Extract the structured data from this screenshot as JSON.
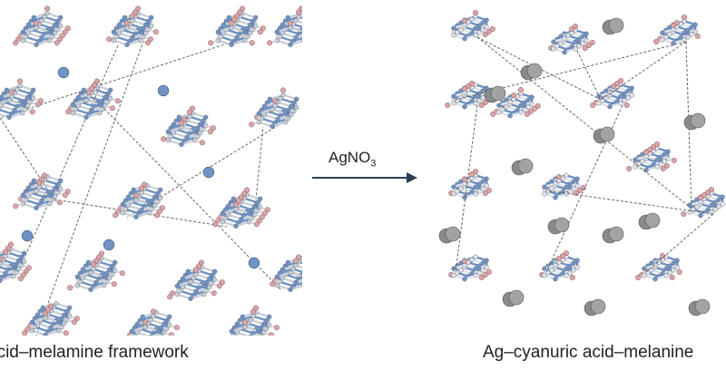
{
  "left_panel": {
    "caption": "acid–melamine framework"
  },
  "right_panel": {
    "caption": "Ag–cyanuric acid–melanine"
  },
  "reaction": {
    "reagent": "AgNO",
    "reagent_subscript": "3"
  },
  "colors": {
    "nitrogen_blue": "#6e93c4",
    "carbon_grey": "#c9d0d8",
    "oxygen_pink": "#d9a5a5",
    "silver_grey": "#8a8a8a",
    "arrow": "#2b3e55"
  }
}
